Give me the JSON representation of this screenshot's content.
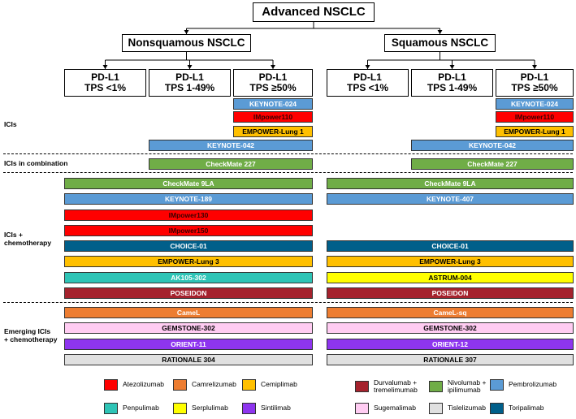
{
  "title": "Advanced NSCLC",
  "branches": [
    "Nonsquamous NSCLC",
    "Squamous NSCLC"
  ],
  "tps_groups": [
    {
      "line1": "PD-L1",
      "line2": "TPS <1%"
    },
    {
      "line1": "PD-L1",
      "line2": "TPS 1-49%"
    },
    {
      "line1": "PD-L1",
      "line2": "TPS ≥50%"
    },
    {
      "line1": "PD-L1",
      "line2": "TPS <1%"
    },
    {
      "line1": "PD-L1",
      "line2": "TPS 1-49%"
    },
    {
      "line1": "PD-L1",
      "line2": "TPS ≥50%"
    }
  ],
  "sections": {
    "icis": "ICIs",
    "icis_combination": "ICIs in combination",
    "icis_chemo": "ICIs +\nchemotherapy",
    "emerging": "Emerging ICIs\n+ chemotherapy"
  },
  "trials": [
    {
      "label": "KEYNOTE-024",
      "drug": "Pembrolizumab",
      "branch": 0,
      "tps_span": [
        2,
        2
      ]
    },
    {
      "label": "IMpower110",
      "drug": "Atezolizumab",
      "branch": 0,
      "tps_span": [
        2,
        2
      ]
    },
    {
      "label": "EMPOWER-Lung 1",
      "drug": "Cemiplimab",
      "branch": 0,
      "tps_span": [
        2,
        2
      ]
    },
    {
      "label": "KEYNOTE-042",
      "drug": "Pembrolizumab",
      "branch": 0,
      "tps_span": [
        1,
        2
      ]
    },
    {
      "label": "CheckMate 227",
      "drug": "Nivolumab + ipilimumab",
      "branch": 0,
      "tps_span": [
        1,
        2
      ]
    },
    {
      "label": "CheckMate 9LA",
      "drug": "Nivolumab + ipilimumab",
      "branch": 0,
      "tps_span": [
        0,
        2
      ]
    },
    {
      "label": "KEYNOTE-189",
      "drug": "Pembrolizumab",
      "branch": 0,
      "tps_span": [
        0,
        2
      ]
    },
    {
      "label": "IMpower130",
      "drug": "Atezolizumab",
      "branch": 0,
      "tps_span": [
        0,
        2
      ]
    },
    {
      "label": "IMpower150",
      "drug": "Atezolizumab",
      "branch": 0,
      "tps_span": [
        0,
        2
      ]
    },
    {
      "label": "CHOICE-01",
      "drug": "Toripalimab",
      "branch": 0,
      "tps_span": [
        0,
        2
      ]
    },
    {
      "label": "EMPOWER-Lung 3",
      "drug": "Cemiplimab",
      "branch": 0,
      "tps_span": [
        0,
        2
      ]
    },
    {
      "label": "AK105-302",
      "drug": "Penpulimab",
      "branch": 0,
      "tps_span": [
        0,
        2
      ]
    },
    {
      "label": "POSEIDON",
      "drug": "Durvalumab + tremelimumab",
      "branch": 0,
      "tps_span": [
        0,
        2
      ]
    },
    {
      "label": "CameL",
      "drug": "Camrelizumab",
      "branch": 0,
      "tps_span": [
        0,
        2
      ]
    },
    {
      "label": "GEMSTONE-302",
      "drug": "Sugemalimab",
      "branch": 0,
      "tps_span": [
        0,
        2
      ]
    },
    {
      "label": "ORIENT-11",
      "drug": "Sintilimab",
      "branch": 0,
      "tps_span": [
        0,
        2
      ]
    },
    {
      "label": "RATIONALE 304",
      "drug": "Tislelizumab",
      "branch": 0,
      "tps_span": [
        0,
        2
      ]
    },
    {
      "label": "KEYNOTE-024",
      "drug": "Pembrolizumab",
      "branch": 1,
      "tps_span": [
        2,
        2
      ]
    },
    {
      "label": "IMpower110",
      "drug": "Atezolizumab",
      "branch": 1,
      "tps_span": [
        2,
        2
      ]
    },
    {
      "label": "EMPOWER-Lung 1",
      "drug": "Cemiplimab",
      "branch": 1,
      "tps_span": [
        2,
        2
      ]
    },
    {
      "label": "KEYNOTE-042",
      "drug": "Pembrolizumab",
      "branch": 1,
      "tps_span": [
        1,
        2
      ]
    },
    {
      "label": "CheckMate 227",
      "drug": "Nivolumab + ipilimumab",
      "branch": 1,
      "tps_span": [
        1,
        2
      ]
    },
    {
      "label": "CheckMate 9LA",
      "drug": "Nivolumab + ipilimumab",
      "branch": 1,
      "tps_span": [
        0,
        2
      ]
    },
    {
      "label": "KEYNOTE-407",
      "drug": "Pembrolizumab",
      "branch": 1,
      "tps_span": [
        0,
        2
      ]
    },
    {
      "label": "CHOICE-01",
      "drug": "Toripalimab",
      "branch": 1,
      "tps_span": [
        0,
        2
      ]
    },
    {
      "label": "EMPOWER-Lung 3",
      "drug": "Cemiplimab",
      "branch": 1,
      "tps_span": [
        0,
        2
      ]
    },
    {
      "label": "ASTRUM-004",
      "drug": "Serplulimab",
      "branch": 1,
      "tps_span": [
        0,
        2
      ]
    },
    {
      "label": "POSEIDON",
      "drug": "Durvalumab + tremelimumab",
      "branch": 1,
      "tps_span": [
        0,
        2
      ]
    },
    {
      "label": "CameL-sq",
      "drug": "Camrelizumab",
      "branch": 1,
      "tps_span": [
        0,
        2
      ]
    },
    {
      "label": "GEMSTONE-302",
      "drug": "Sugemalimab",
      "branch": 1,
      "tps_span": [
        0,
        2
      ]
    },
    {
      "label": "ORIENT-12",
      "drug": "Sintilimab",
      "branch": 1,
      "tps_span": [
        0,
        2
      ]
    },
    {
      "label": "RATIONALE 307",
      "drug": "Tislelizumab",
      "branch": 1,
      "tps_span": [
        0,
        2
      ]
    }
  ],
  "legend": [
    {
      "label": "Atezolizumab",
      "color": "#ff0000"
    },
    {
      "label": "Camrelizumab",
      "color": "#ed7d31"
    },
    {
      "label": "Cemiplimab",
      "color": "#ffc000"
    },
    {
      "label": "Durvalumab +\ntremelimumab",
      "color": "#a5222d"
    },
    {
      "label": "Nivolumab +\nipilimumab",
      "color": "#70ad47"
    },
    {
      "label": "Pembrolizumab",
      "color": "#5b9bd5"
    },
    {
      "label": "Penpulimab",
      "color": "#2ec4b6"
    },
    {
      "label": "Serplulimab",
      "color": "#ffff00"
    },
    {
      "label": "Sintilimab",
      "color": "#8e35ef"
    },
    {
      "label": "Sugemalimab",
      "color": "#ffccf2"
    },
    {
      "label": "Tislelizumab",
      "color": "#e0e0e0"
    },
    {
      "label": "Toripalimab",
      "color": "#005f8a"
    }
  ]
}
